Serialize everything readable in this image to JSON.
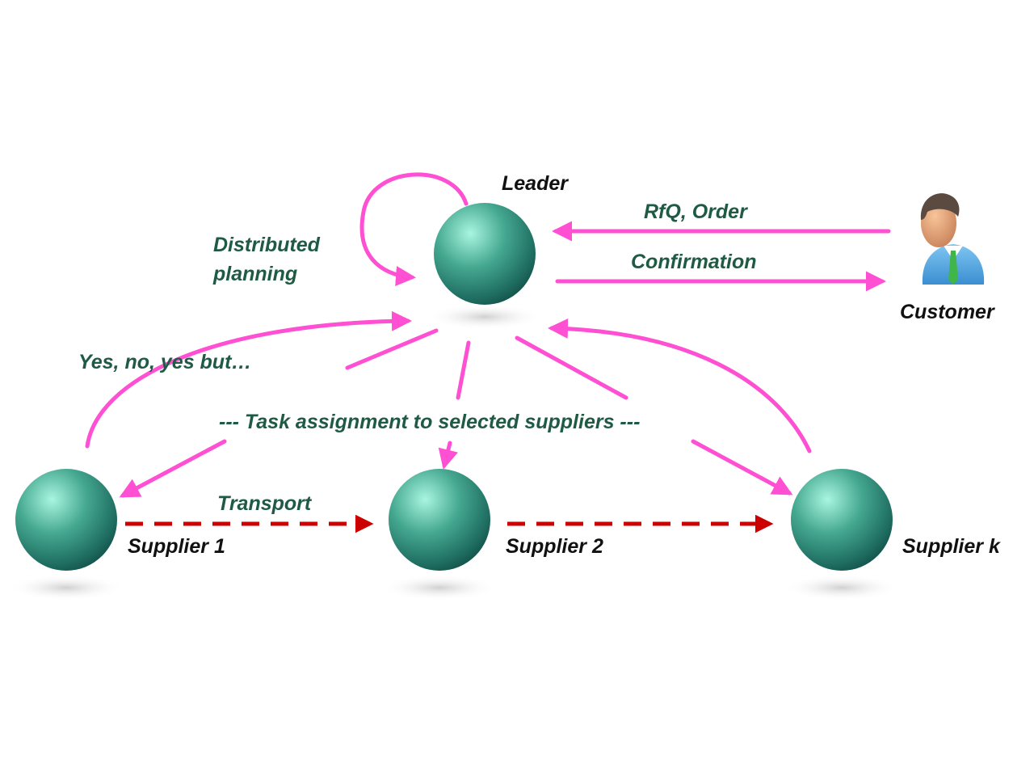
{
  "colors": {
    "message_arrow": "#ff4fd2",
    "transport_arrow": "#cc0000",
    "flow_label": "#1f5a45",
    "node_label": "#111111",
    "node_sphere": "#2e8f7d"
  },
  "nodes": {
    "leader": "Leader",
    "customer": "Customer",
    "supplier_1": "Supplier 1",
    "supplier_2": "Supplier 2",
    "supplier_k": "Supplier k"
  },
  "flows": {
    "rfq_order": "RfQ, Order",
    "confirmation": "Confirmation",
    "distributed_planning": [
      "Distributed",
      "planning"
    ],
    "yes_no": "Yes, no, yes but…",
    "task_assignment": "--- Task assignment to selected suppliers ---",
    "transport": "Transport"
  },
  "icons": {
    "customer": "person-icon"
  }
}
